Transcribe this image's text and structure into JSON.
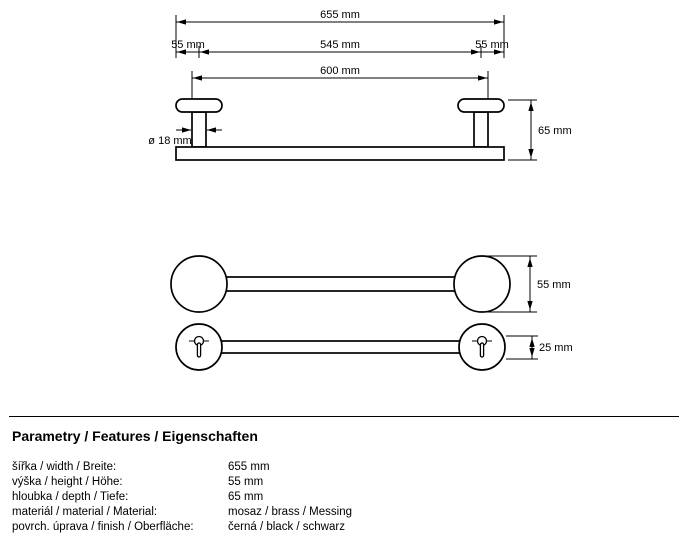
{
  "drawing": {
    "elevation": {
      "total_width": "655 mm",
      "left_offset": "55 mm",
      "center_span": "545 mm",
      "right_offset": "55 mm",
      "bar_length": "600 mm",
      "rod_diameter": "ø 18 mm",
      "height": "65 mm"
    },
    "front_view": {
      "plate_diameter": "55 mm"
    },
    "top_view": {
      "depth": "25 mm"
    }
  },
  "specs": {
    "heading": "Parametry / Features / Eigenschaften",
    "rows": [
      {
        "label": "šířka / width / Breite:",
        "value": "655 mm"
      },
      {
        "label": "výška / height / Höhe:",
        "value": "55 mm"
      },
      {
        "label": "hloubka / depth / Tiefe:",
        "value": "65 mm"
      },
      {
        "label": "materiál / material / Material:",
        "value": "mosaz / brass / Messing"
      },
      {
        "label": "povrch. úprava / finish / Oberfläche:",
        "value": "černá / black / schwarz"
      }
    ]
  }
}
